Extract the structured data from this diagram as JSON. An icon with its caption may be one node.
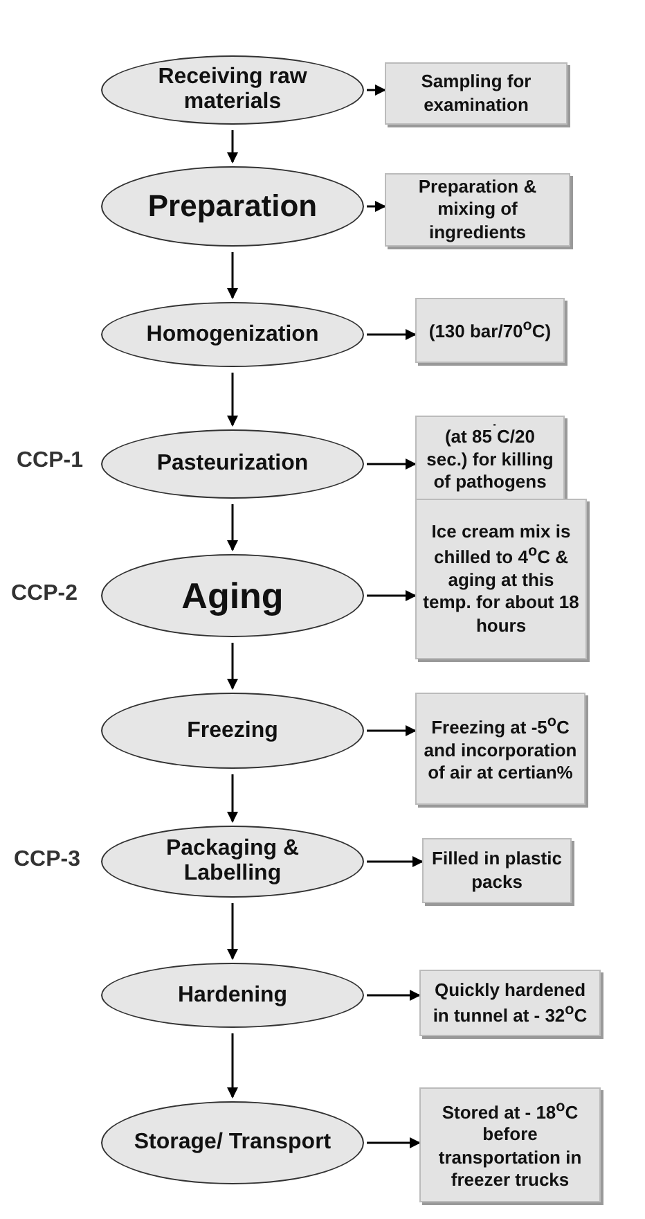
{
  "diagram": {
    "nodes": [
      {
        "text": [
          "Receiving raw materials"
        ]
      },
      {
        "text": [
          "Sampling for examination"
        ]
      },
      {
        "text": [
          "Preparation"
        ]
      },
      {
        "text": [
          "Preparation & mixing of ingredients"
        ]
      },
      {
        "text": [
          "Homogenization"
        ]
      },
      {
        "text": [
          "(130 bar/70$^{o}$C)"
        ]
      },
      {
        "text": [
          "Pasteurization"
        ],
        "beside": [
          "CCP-1"
        ]
      },
      {
        "text": [
          "(at 85$^{˙}$C/20 sec.) for killing of pathogens"
        ]
      },
      {
        "text": [
          "Aging"
        ],
        "beside": [
          "CCP-2"
        ]
      },
      {
        "text": [
          "Ice cream mix is chilled to 4$^{o}$C & aging at this temp. for about 18 hours"
        ]
      },
      {
        "text": [
          "Freezing"
        ]
      },
      {
        "text": [
          "Freezing at -5$^{o}$C and incorporation of air at certian%"
        ]
      },
      {
        "text": [
          "Packaging & Labelling"
        ],
        "beside": [
          "CCP-3"
        ]
      },
      {
        "text": [
          "Filled in plastic packs"
        ]
      },
      {
        "text": [
          "Hardening"
        ]
      },
      {
        "text": [
          "Quickly hardened in tunnel at - 32$^{o}$C"
        ]
      },
      {
        "text": [
          "Storage/ Transport"
        ]
      },
      {
        "text": [
          "Stored at - 18$^{o}$C before transportation in freezer trucks"
        ]
      }
    ],
    "edges": [
      {
        "from": 0,
        "to": 1,
        "arrow": "to"
      },
      {
        "from": 0,
        "to": 2,
        "arrow": "to"
      },
      {
        "from": 2,
        "to": 3,
        "arrow": "to"
      },
      {
        "from": 2,
        "to": 4,
        "arrow": "to"
      },
      {
        "from": 4,
        "to": 5,
        "arrow": "to"
      },
      {
        "from": 4,
        "to": 6,
        "arrow": "to"
      },
      {
        "from": 6,
        "to": 7,
        "arrow": "to"
      },
      {
        "from": 6,
        "to": 8,
        "arrow": "to"
      },
      {
        "from": 8,
        "to": 9,
        "arrow": "to"
      },
      {
        "from": 8,
        "to": 10,
        "arrow": "to"
      },
      {
        "from": 10,
        "to": 11,
        "arrow": "to"
      },
      {
        "from": 10,
        "to": 12,
        "arrow": "to"
      },
      {
        "from": 12,
        "to": 13,
        "arrow": "to"
      },
      {
        "from": 12,
        "to": 14,
        "arrow": "to"
      },
      {
        "from": 14,
        "to": 15,
        "arrow": "to"
      },
      {
        "from": 14,
        "to": 16,
        "arrow": "to"
      },
      {
        "from": 16,
        "to": 17,
        "arrow": "to"
      }
    ]
  }
}
